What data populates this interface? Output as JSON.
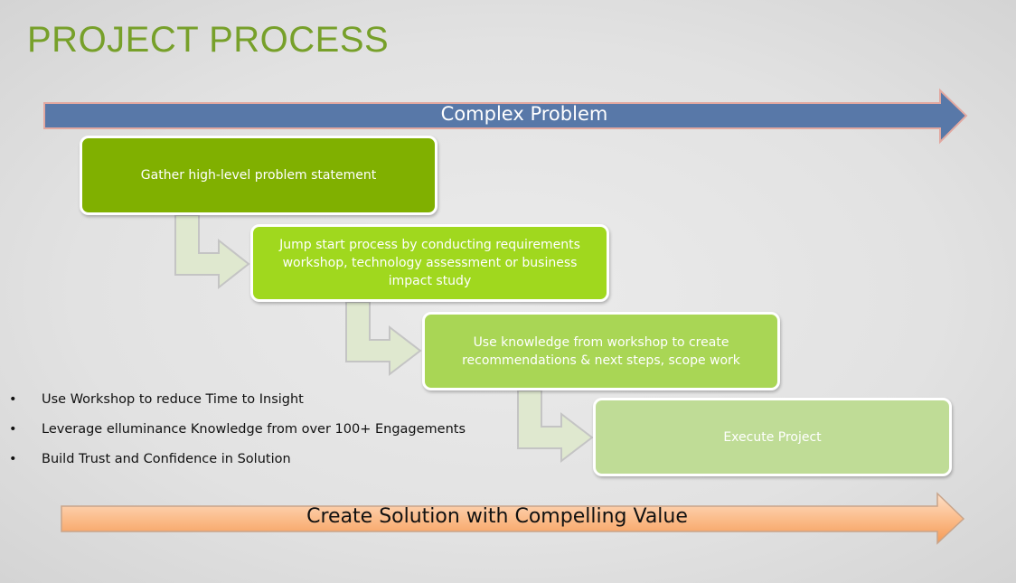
{
  "title": "PROJECT PROCESS",
  "top_arrow": {
    "label": "Complex Problem",
    "color": "#5878a8"
  },
  "bottom_arrow": {
    "label": "Create Solution with Compelling Value",
    "color": "#f9a86d"
  },
  "steps": [
    {
      "label": "Gather high-level problem statement",
      "color": "#80b000"
    },
    {
      "label": "Jump start process by conducting requirements workshop, technology assessment or business impact study",
      "color": "#a0d81e"
    },
    {
      "label": "Use knowledge from workshop to create recommendations & next steps, scope work",
      "color": "#a9d655"
    },
    {
      "label": "Execute Project",
      "color": "#bfdc96"
    }
  ],
  "bullets": [
    "Use Workshop to reduce Time to Insight",
    "Leverage elluminance Knowledge from over 100+ Engagements",
    "Build Trust and Confidence in Solution"
  ],
  "bullet_icon": "bullet-dot"
}
